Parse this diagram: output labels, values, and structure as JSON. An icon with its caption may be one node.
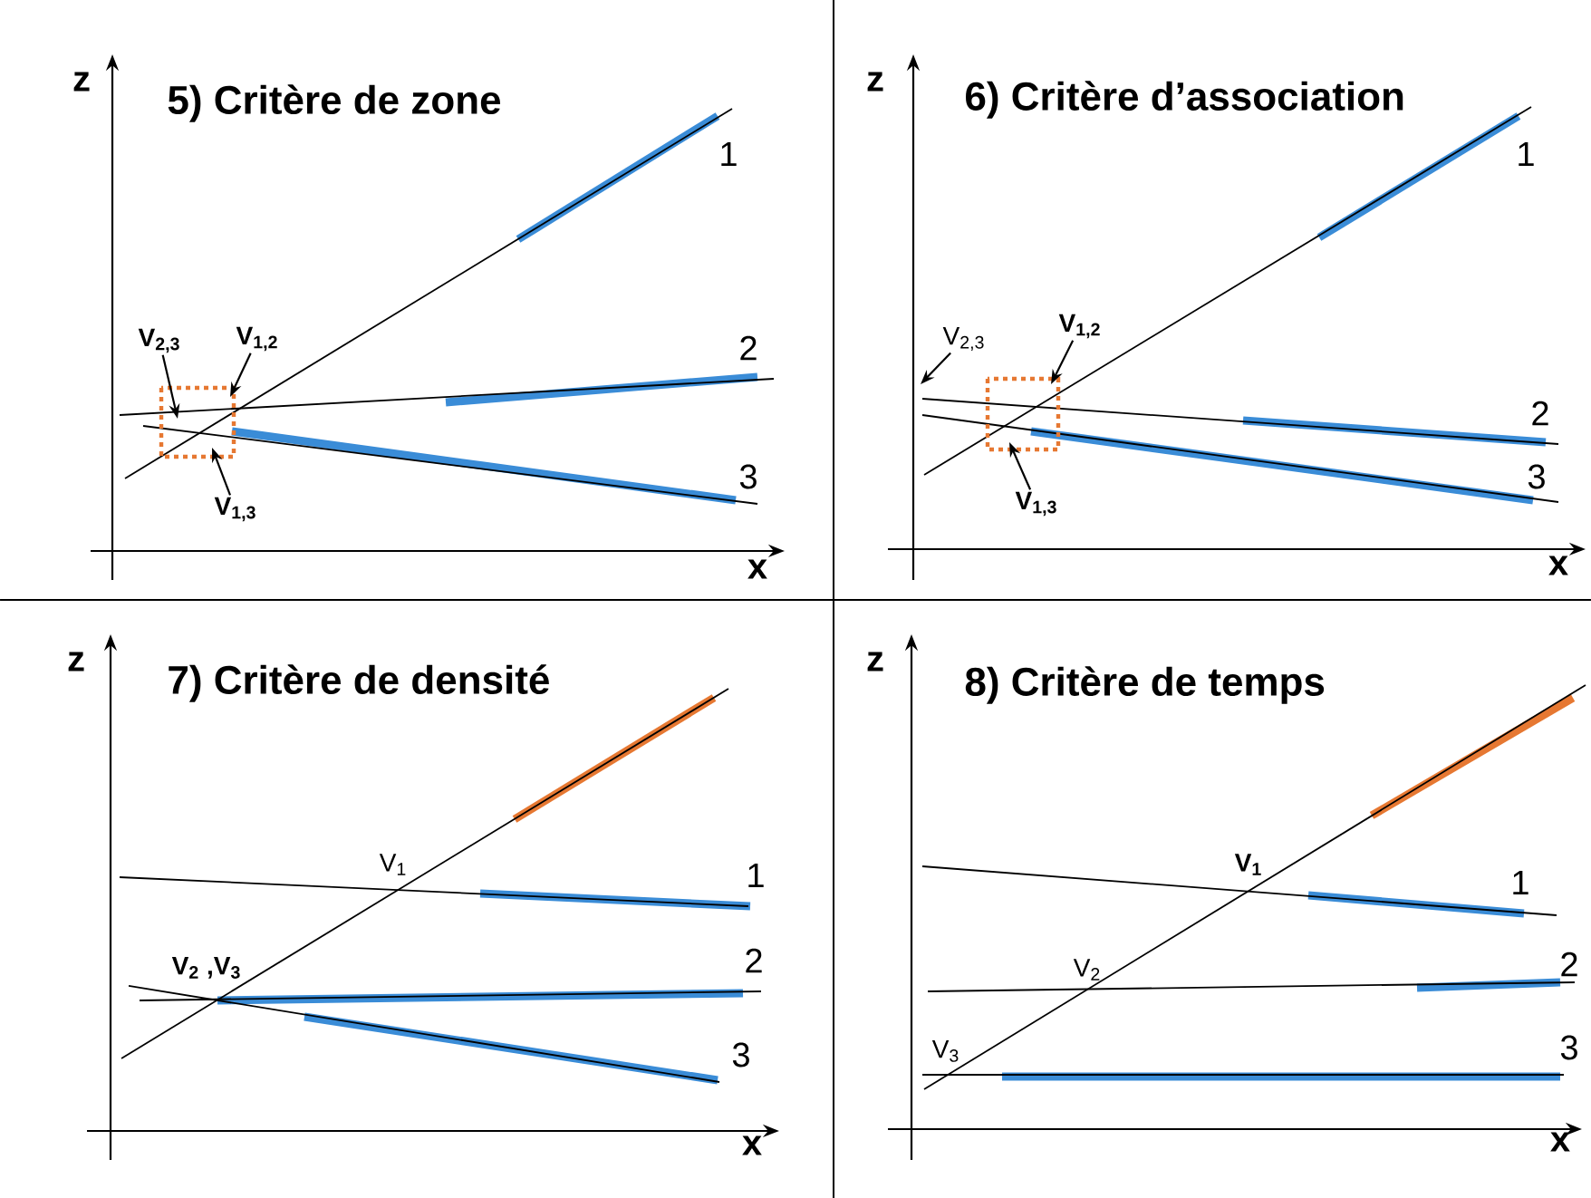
{
  "diagram": {
    "nodes": [
      {
        "text": [
          "V$_{2,3}$"
        ]
      },
      {
        "text": [
          "V$_{1,2}$"
        ]
      },
      {
        "text": [
          "V$_{1,3}$"
        ]
      },
      {
        "text": [
          "V$_{2,3}$"
        ]
      },
      {
        "text": [
          "V$_{1,2}$"
        ]
      },
      {
        "text": [
          "V$_{1,3}$"
        ]
      }
    ],
    "edges": [
      {
        "from": 0,
        "to": null,
        "arrow": "to"
      },
      {
        "from": 1,
        "to": null,
        "arrow": "to"
      },
      {
        "from": 2,
        "to": null,
        "arrow": "to"
      },
      {
        "from": 3,
        "to": null,
        "arrow": "to"
      },
      {
        "from": 4,
        "to": null,
        "arrow": "to"
      },
      {
        "from": 5,
        "to": null,
        "arrow": "to"
      }
    ],
    "labels": [
      "z",
      "5) Critère de zone",
      "1",
      "2",
      "3",
      "x",
      "z",
      "6) Critère d’association",
      "1",
      "2",
      "3",
      "x",
      "z",
      "7) Critère de densité",
      "V$_{1}$",
      "1",
      "V$_{2}$ ,V$_{3}$",
      "2",
      "3",
      "x",
      "z",
      "8) Critère de temps",
      "V$_{1}$",
      "1",
      "V$_{2}$",
      "2",
      "V$_{3}$",
      "3",
      "x"
    ]
  }
}
